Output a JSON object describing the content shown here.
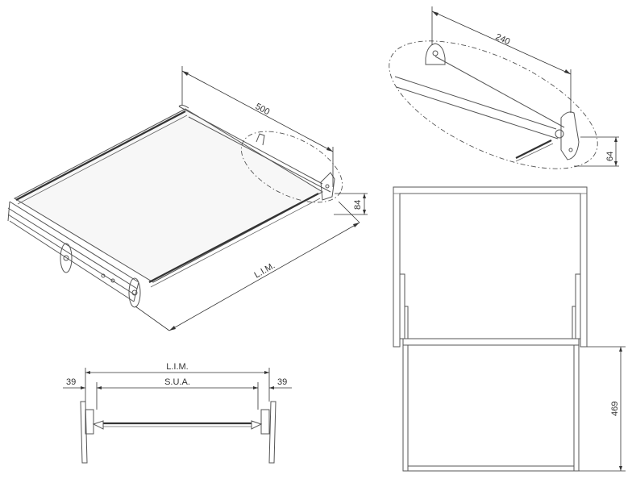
{
  "dimensions": {
    "iso_depth": "500",
    "iso_height": "84",
    "iso_width": "L.I.M.",
    "detail_length": "240",
    "detail_height": "64",
    "front_outer_width": "L.I.M.",
    "front_inner_width": "S.U.A.",
    "front_left_gap": "39",
    "front_right_gap": "39",
    "top_extension": "469"
  },
  "colors": {
    "line": "#555555",
    "text": "#333333",
    "background": "#ffffff"
  }
}
